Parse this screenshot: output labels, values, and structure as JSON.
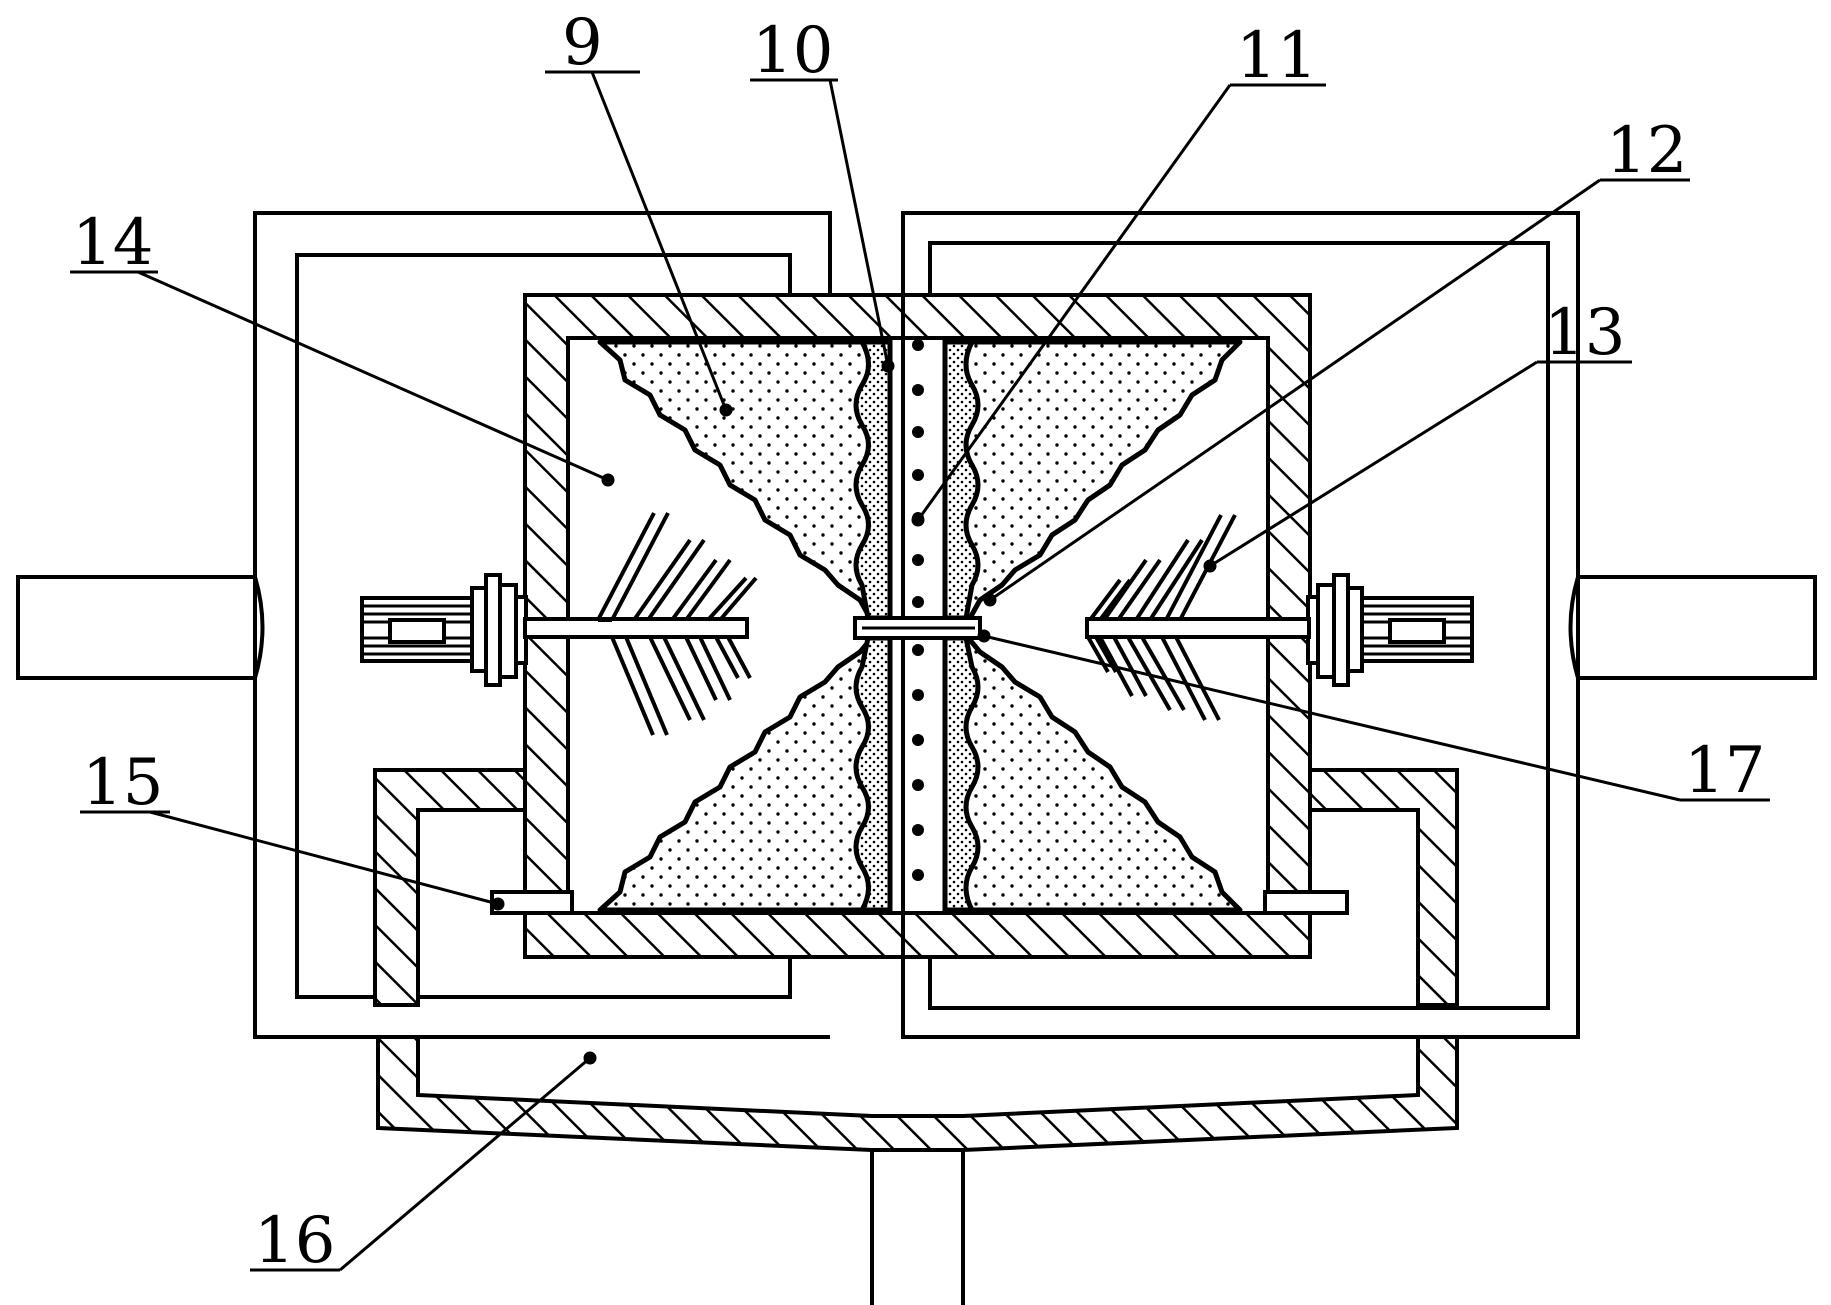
{
  "labels": {
    "l9": "9",
    "l10": "10",
    "l11": "11",
    "l12": "12",
    "l13": "13",
    "l14": "14",
    "l15": "15",
    "l16": "16",
    "l17": "17"
  },
  "colors": {
    "stroke": "#000000",
    "background": "#ffffff"
  }
}
